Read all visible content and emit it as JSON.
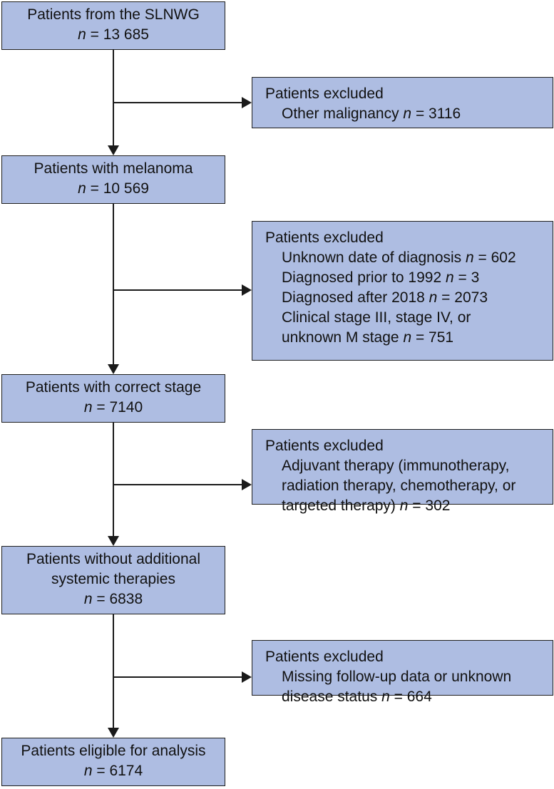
{
  "main_boxes": [
    {
      "title": "Patients from the SLNWG",
      "n_label": "n",
      "n_value": "= 13 685"
    },
    {
      "title": "Patients with melanoma",
      "n_label": "n",
      "n_value": "= 10 569"
    },
    {
      "title": "Patients with correct stage",
      "n_label": "n",
      "n_value": "= 7140"
    },
    {
      "title_lines": [
        "Patients without additional",
        "systemic therapies"
      ],
      "n_label": "n",
      "n_value": "= 6838"
    },
    {
      "title": "Patients eligible for analysis",
      "n_label": "n",
      "n_value": "= 6174"
    }
  ],
  "exclusion_boxes": [
    {
      "heading": "Patients excluded",
      "items": [
        {
          "text": "Other malignancy ",
          "n_label": "n",
          "n_value": " = 3116"
        }
      ]
    },
    {
      "heading": "Patients excluded",
      "items": [
        {
          "text": "Unknown date of diagnosis ",
          "n_label": "n",
          "n_value": " = 602"
        },
        {
          "text": "Diagnosed prior to 1992 ",
          "n_label": "n",
          "n_value": " = 3"
        },
        {
          "text": "Diagnosed after 2018 ",
          "n_label": "n",
          "n_value": " = 2073"
        },
        {
          "text": "Clinical stage III, stage IV, or",
          "n_label": "",
          "n_value": ""
        },
        {
          "text": "unknown M stage ",
          "n_label": "n",
          "n_value": " = 751"
        }
      ]
    },
    {
      "heading": "Patients excluded",
      "items": [
        {
          "text": "Adjuvant therapy (immunotherapy,",
          "n_label": "",
          "n_value": ""
        },
        {
          "text": "radiation therapy, chemotherapy, or",
          "n_label": "",
          "n_value": ""
        },
        {
          "text": "targeted therapy) ",
          "n_label": "n",
          "n_value": " = 302"
        }
      ]
    },
    {
      "heading": "Patients excluded",
      "items": [
        {
          "text": "Missing follow-up data or unknown",
          "n_label": "",
          "n_value": ""
        },
        {
          "text": "disease status ",
          "n_label": "n",
          "n_value": " = 664"
        }
      ]
    }
  ]
}
